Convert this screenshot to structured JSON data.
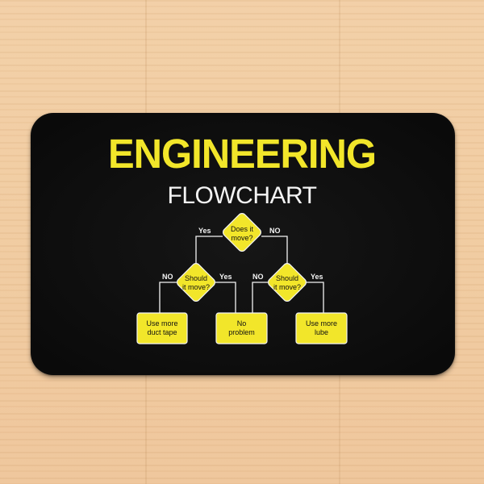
{
  "mat": {
    "title": "ENGINEERING",
    "subtitle": "FLOWCHART"
  },
  "flowchart": {
    "decision_top": {
      "line1": "Does it",
      "line2": "move?"
    },
    "decision_left": {
      "line1": "Should",
      "line2": "it move?"
    },
    "decision_right": {
      "line1": "Should",
      "line2": "it move?"
    },
    "edge_top_yes": "Yes",
    "edge_top_no": "NO",
    "edge_left_no": "NO",
    "edge_left_yes": "Yes",
    "edge_right_no": "NO",
    "edge_right_yes": "Yes",
    "box_duct_tape": {
      "line1": "Use more",
      "line2": "duct tape"
    },
    "box_no_problem": {
      "line1": "No",
      "line2": "problem"
    },
    "box_lube": {
      "line1": "Use more",
      "line2": "lube"
    }
  },
  "colors": {
    "background": "#f0cba0",
    "mat": "#0b0b0b",
    "accent_yellow": "#f2e62a",
    "white": "#f4f4f4"
  }
}
